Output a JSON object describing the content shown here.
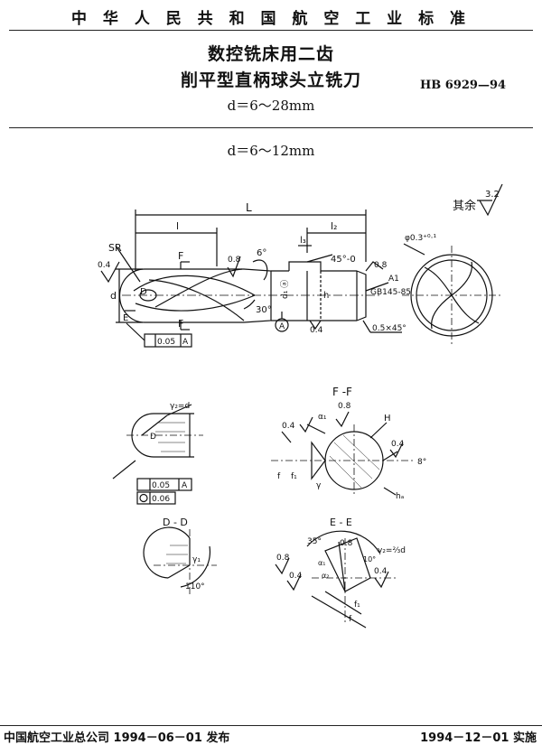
{
  "header": {
    "standard_org": "中 华 人 民 共 和 国 航 空 工 业 标 准"
  },
  "title": {
    "line1": "数控铣床用二齿",
    "line2": "削平型直柄球头立铣刀",
    "std_no": "HB 6929—94"
  },
  "range_main": "d＝6～28mm",
  "range_sub": "d＝6～12mm",
  "roughness_rest": {
    "label": "其余",
    "value": "3.2"
  },
  "drawing_main": {
    "dims": {
      "total_length": "L",
      "flute_length": "l",
      "flat_length": "l₂",
      "flat_l3": "l₃"
    },
    "labels": {
      "ball_radius": "SR",
      "section_f_top": "F",
      "section_f_bot": "F",
      "section_e": "E",
      "section_d": "D",
      "diameter_d": "d",
      "shank_d1": "d₁ ⓐ",
      "flat_h": "h",
      "datum": "A",
      "angle_6": "6°",
      "angle_30": "30°",
      "angle_45": "45°-0",
      "roughness_08a": "0.8",
      "roughness_08b": "0.8",
      "roughness_04": "0.4",
      "roughness_04b": "0.4",
      "chamfer": "0.5×45°",
      "center_hole_a": "A1",
      "center_hole_std": "GB145-85",
      "runout_tol": "0.05",
      "runout_datum": "A",
      "end_view_tol": "φ0.3⁺⁰·¹"
    }
  },
  "section_detail": {
    "labels": {
      "radius": "γ₂=d",
      "letter_d": "D",
      "tol1_value": "0.05",
      "tol1_datum": "A",
      "tol2_value": "0.06"
    }
  },
  "section_ff": {
    "title": "F -F",
    "labels": {
      "a1": "α₁",
      "r08": "0.8",
      "h": "H",
      "r04a": "0.4",
      "r04b": "0.4",
      "angle8": "8°",
      "f": "f",
      "f1": "f₁",
      "gamma": "γ",
      "ha": "hₐ"
    }
  },
  "section_dd": {
    "title": "D - D",
    "labels": {
      "gamma1": "γ₁",
      "angle": "110°"
    }
  },
  "section_ee": {
    "title": "E - E",
    "labels": {
      "angle35": "35°",
      "r08a": "0.8",
      "r08b": "0.8",
      "a1": "α₁",
      "a2": "α₂",
      "gamma": "γ₂=⅔d",
      "ten": "10°",
      "r04a": "0.4",
      "r04b": "0.4",
      "f1": "f₁",
      "f": "f"
    }
  },
  "footer": {
    "left": "中国航空工业总公司 1994－06－01 发布",
    "right": "1994－12－01 实施"
  }
}
